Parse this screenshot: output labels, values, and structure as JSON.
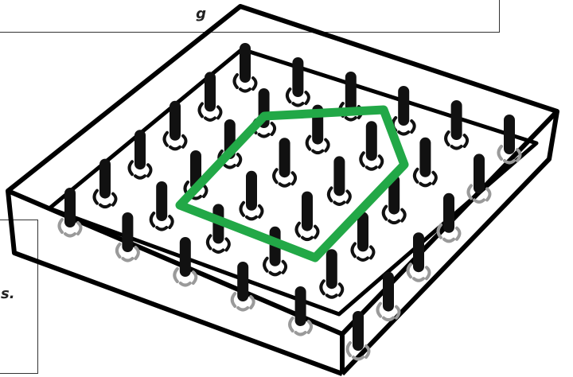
{
  "figure": {
    "captions": {
      "top_fragment": "g",
      "left_fragment": "s."
    },
    "board": {
      "peg_rows": 6,
      "peg_cols": 6,
      "frame_color": "#000000",
      "peg_color": "#111111",
      "shadow_color": "#9a9a9a"
    },
    "rubber_band": {
      "color": "#22a847",
      "shape": "pentagon",
      "stretched_around_pegs": 5
    },
    "icons": {
      "board": "geoboard-icon",
      "peg": "peg-icon",
      "band": "rubber-band-icon"
    }
  }
}
